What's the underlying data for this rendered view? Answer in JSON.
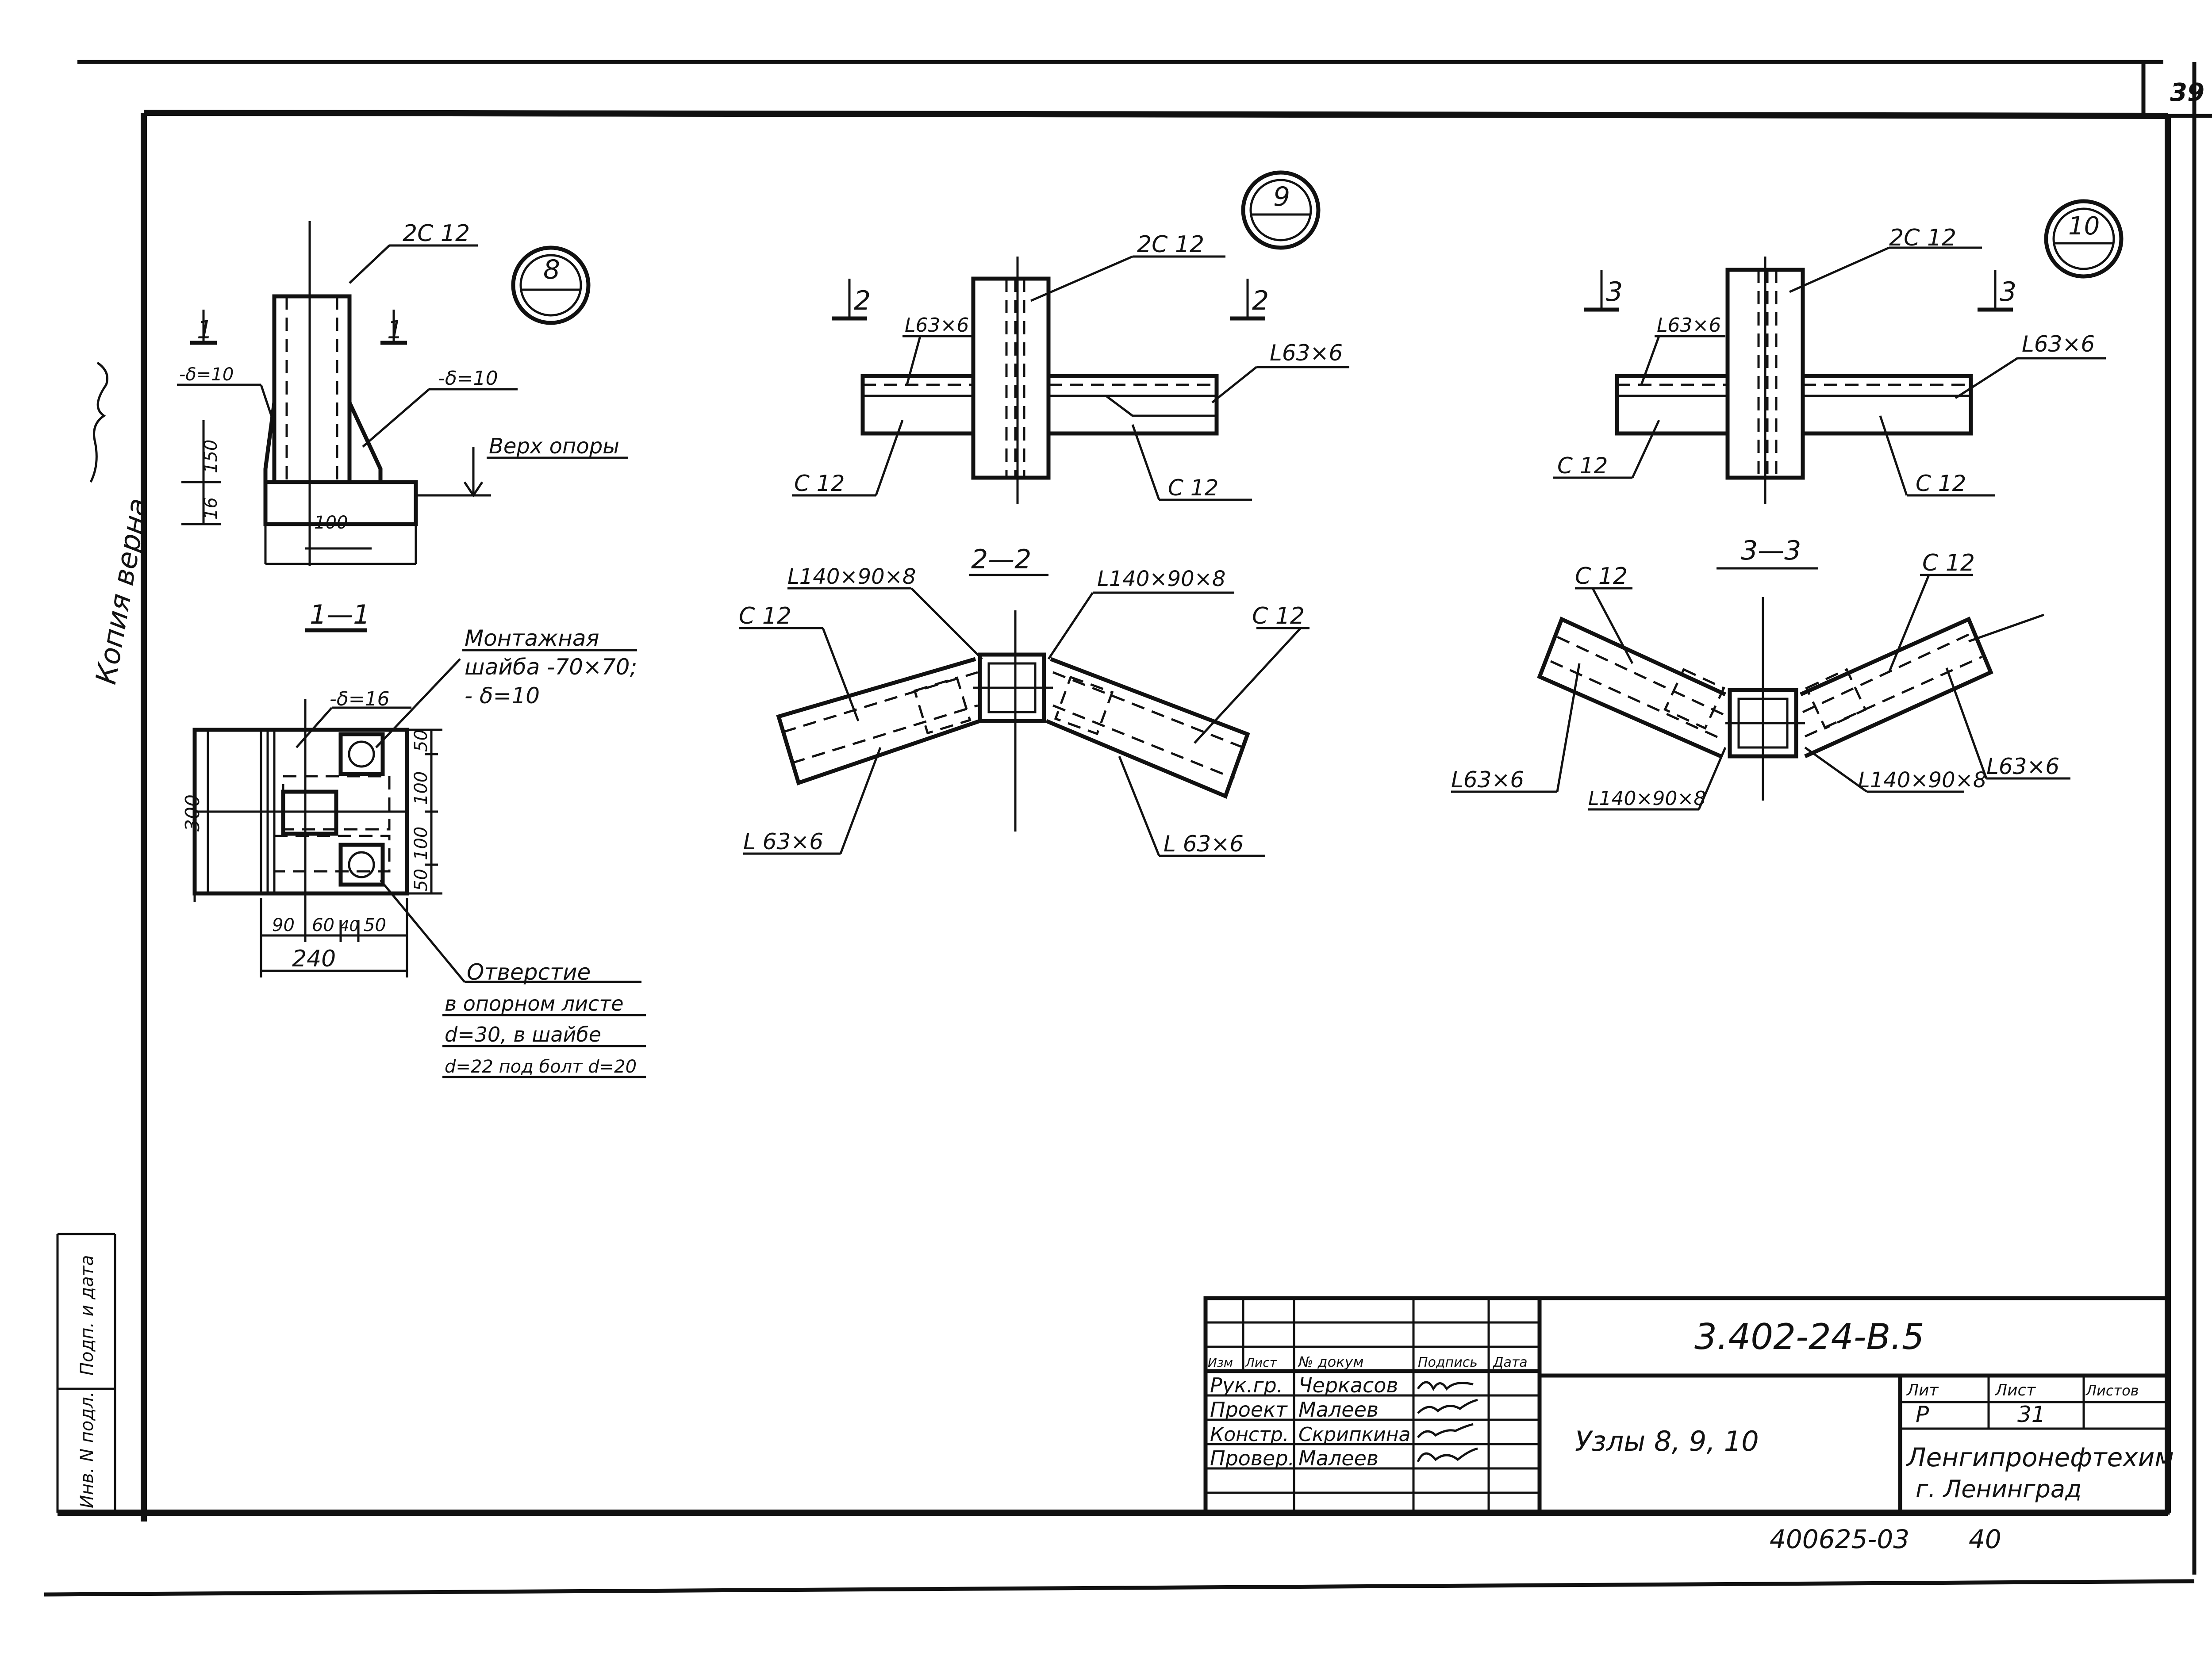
{
  "sheet_number": "39",
  "side_note": "Копия верна",
  "node_labels": {
    "n8": "8",
    "n9": "9",
    "n10": "10"
  },
  "node8": {
    "profile_2c12": "2С 12",
    "cut_mark": "1",
    "plate_left": "-δ=10",
    "plate_right": "-δ=10",
    "dim_16": "16",
    "dim_150": "150",
    "dim_100": "100",
    "top_of_support": "Верх опоры"
  },
  "section_1_1": {
    "title": "1—1",
    "plate_16": "-δ=16",
    "washer_note": [
      "Монтажная",
      "шайба -70×70;",
      "- δ=10"
    ],
    "dim_300": "300",
    "dim_50a": "50",
    "dim_100a": "100",
    "dim_100b": "100",
    "dim_50b": "50",
    "dim_90": "90",
    "dim_60": "60",
    "dim_40": "40",
    "dim_50c": "50",
    "dim_240": "240",
    "hole_note": [
      "Отверстие",
      "в опорном листе",
      "d=30, в шайбе",
      "d=22 под болт d=20"
    ]
  },
  "node9": {
    "profile_2c12": "2С 12",
    "cut_mark": "2",
    "angle_left": "L63×6",
    "angle_right": "L63×6",
    "channel_left": "С 12",
    "channel_right": "С 12",
    "section_title": "2—2",
    "angle_140_left": "L140×90×8",
    "angle_140_right": "L140×90×8",
    "channel_sec_left": "С 12",
    "channel_sec_right": "С 12",
    "angle_sec_left": "L 63×6",
    "angle_sec_right": "L 63×6"
  },
  "node10": {
    "profile_2c12": "2С 12",
    "cut_mark": "3",
    "angle_left": "L63×6",
    "angle_right": "L63×6",
    "channel_left": "С 12",
    "channel_right": "С 12",
    "section_title": "3—3",
    "channel_sec_left": "С 12",
    "channel_sec_right": "С 12",
    "angle_sec_left": "L63×6",
    "angle_140_left": "L140×90×8",
    "angle_140_right": "L140×90×8",
    "angle_sec_right": "L63×6"
  },
  "left_strip": {
    "inv_no": "Инв. N подл.",
    "sign_date": "Подп. и дата"
  },
  "title_block": {
    "doc_code": "3.402-24-В.5",
    "col_headers": [
      "Изм",
      "Лист",
      "№ докум",
      "Подпись",
      "Дата"
    ],
    "rows": [
      {
        "role": "Рук.гр.",
        "name": "Черкасов"
      },
      {
        "role": "Проект",
        "name": "Малеев"
      },
      {
        "role": "Констр.",
        "name": "Скрипкина"
      },
      {
        "role": "Провер.",
        "name": "Малеев"
      }
    ],
    "drawing_title": "Узлы 8, 9, 10",
    "lit_header": "Лит",
    "sheet_header": "Лист",
    "sheets_header": "Листов",
    "lit_value": "Р",
    "sheet_value": "31",
    "org_name": "Ленгипронефтехим",
    "org_city": "г. Ленинград"
  },
  "bottom_code": "400625-03",
  "bottom_page": "40"
}
